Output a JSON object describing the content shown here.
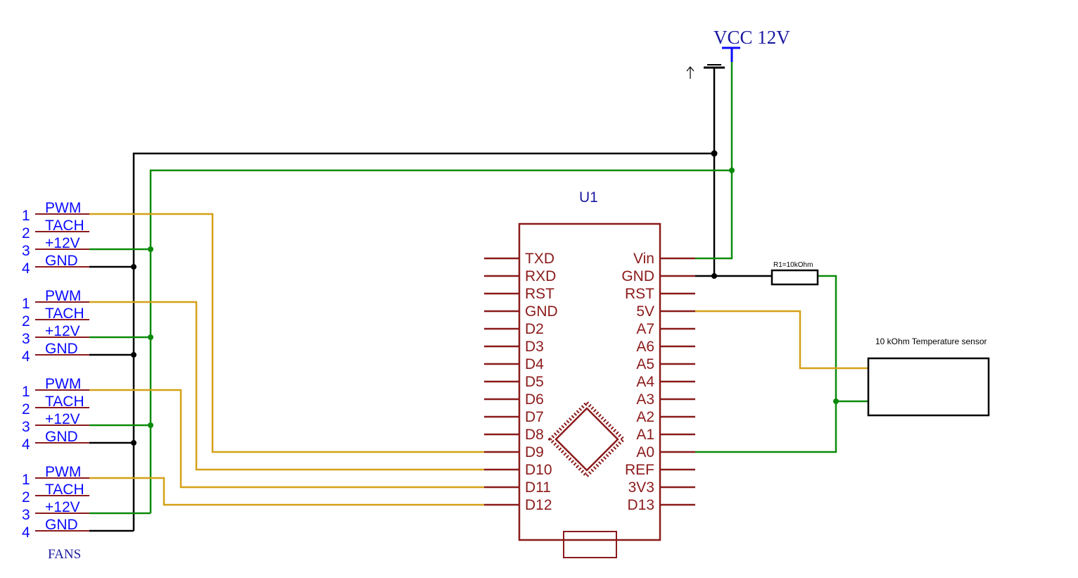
{
  "supply": {
    "label": "VCC 12V"
  },
  "arduino": {
    "ref": "U1",
    "left_pins": [
      "TXD",
      "RXD",
      "RST",
      "GND",
      "D2",
      "D3",
      "D4",
      "D5",
      "D6",
      "D7",
      "D8",
      "D9",
      "D10",
      "D11",
      "D12"
    ],
    "right_pins": [
      "Vin",
      "GND",
      "RST",
      "5V",
      "A7",
      "A6",
      "A5",
      "A4",
      "A3",
      "A2",
      "A1",
      "A0",
      "REF",
      "3V3",
      "D13"
    ]
  },
  "fans": {
    "caption": "FANS",
    "connectors": [
      {
        "pins": [
          {
            "num": "1",
            "label": "PWM"
          },
          {
            "num": "2",
            "label": "TACH"
          },
          {
            "num": "3",
            "label": "+12V"
          },
          {
            "num": "4",
            "label": "GND"
          }
        ]
      },
      {
        "pins": [
          {
            "num": "1",
            "label": "PWM"
          },
          {
            "num": "2",
            "label": "TACH"
          },
          {
            "num": "3",
            "label": "+12V"
          },
          {
            "num": "4",
            "label": "GND"
          }
        ]
      },
      {
        "pins": [
          {
            "num": "1",
            "label": "PWM"
          },
          {
            "num": "2",
            "label": "TACH"
          },
          {
            "num": "3",
            "label": "+12V"
          },
          {
            "num": "4",
            "label": "GND"
          }
        ]
      },
      {
        "pins": [
          {
            "num": "1",
            "label": "PWM"
          },
          {
            "num": "2",
            "label": "TACH"
          },
          {
            "num": "3",
            "label": "+12V"
          },
          {
            "num": "4",
            "label": "GND"
          }
        ]
      }
    ]
  },
  "resistor": {
    "label": "R1=10kOhm"
  },
  "sensor": {
    "label": "10 kOhm Temperature sensor"
  },
  "colors": {
    "gnd_wire": "#000000",
    "power_wire": "#0a8a0a",
    "signal_wire": "#d4a017",
    "component": "#8b1a1a",
    "label_blue": "#0a0aff",
    "supply_blue": "#1a1aa0"
  }
}
